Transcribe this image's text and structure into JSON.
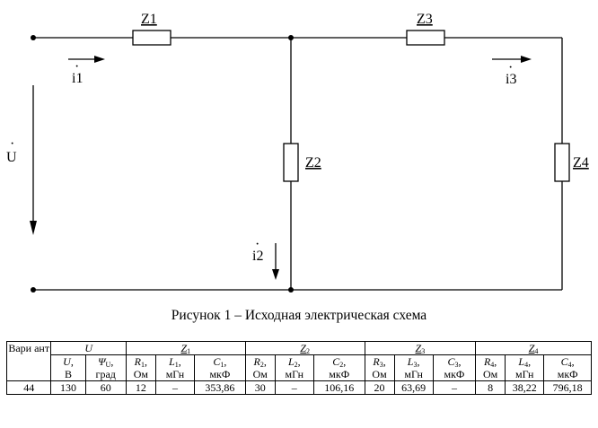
{
  "diagram": {
    "impedances": [
      {
        "id": "z1",
        "label": "Z1"
      },
      {
        "id": "z2",
        "label": "Z2"
      },
      {
        "id": "z3",
        "label": "Z3"
      },
      {
        "id": "z4",
        "label": "Z4"
      }
    ],
    "currents": [
      {
        "id": "i1",
        "label": "i1"
      },
      {
        "id": "i2",
        "label": "i2"
      },
      {
        "id": "i3",
        "label": "i3"
      }
    ],
    "voltage_label": "U",
    "dot_symbol": "·"
  },
  "caption": "Рисунок 1 – Исходная электрическая схема",
  "table": {
    "variant_header": "Вари ант",
    "groups": [
      {
        "id": "u",
        "symbol": "U",
        "sub": ""
      },
      {
        "id": "z1",
        "symbol": "Z",
        "sub": "1"
      },
      {
        "id": "z2",
        "symbol": "Z",
        "sub": "2"
      },
      {
        "id": "z3",
        "symbol": "Z",
        "sub": "3"
      },
      {
        "id": "z4",
        "symbol": "Z",
        "sub": "4"
      }
    ],
    "columns": [
      {
        "sym": "U",
        "sub": "",
        "unit": "В"
      },
      {
        "sym": "Ψ",
        "sub": "U",
        "unit": "град"
      },
      {
        "sym": "R",
        "sub": "1",
        "unit": "Ом"
      },
      {
        "sym": "L",
        "sub": "1",
        "unit": "мГн"
      },
      {
        "sym": "C",
        "sub": "1",
        "unit": "мкФ"
      },
      {
        "sym": "R",
        "sub": "2",
        "unit": "Ом"
      },
      {
        "sym": "L",
        "sub": "2",
        "unit": "мГн"
      },
      {
        "sym": "C",
        "sub": "2",
        "unit": "мкФ"
      },
      {
        "sym": "R",
        "sub": "3",
        "unit": "Ом"
      },
      {
        "sym": "L",
        "sub": "3",
        "unit": "мГн"
      },
      {
        "sym": "C",
        "sub": "3",
        "unit": "мкФ"
      },
      {
        "sym": "R",
        "sub": "4",
        "unit": "Ом"
      },
      {
        "sym": "L",
        "sub": "4",
        "unit": "мГн"
      },
      {
        "sym": "C",
        "sub": "4",
        "unit": "мкФ"
      }
    ],
    "row": {
      "variant": "44",
      "values": [
        "130",
        "60",
        "12",
        "–",
        "353,86",
        "30",
        "–",
        "106,16",
        "20",
        "63,69",
        "–",
        "8",
        "38,22",
        "796,18"
      ]
    }
  }
}
